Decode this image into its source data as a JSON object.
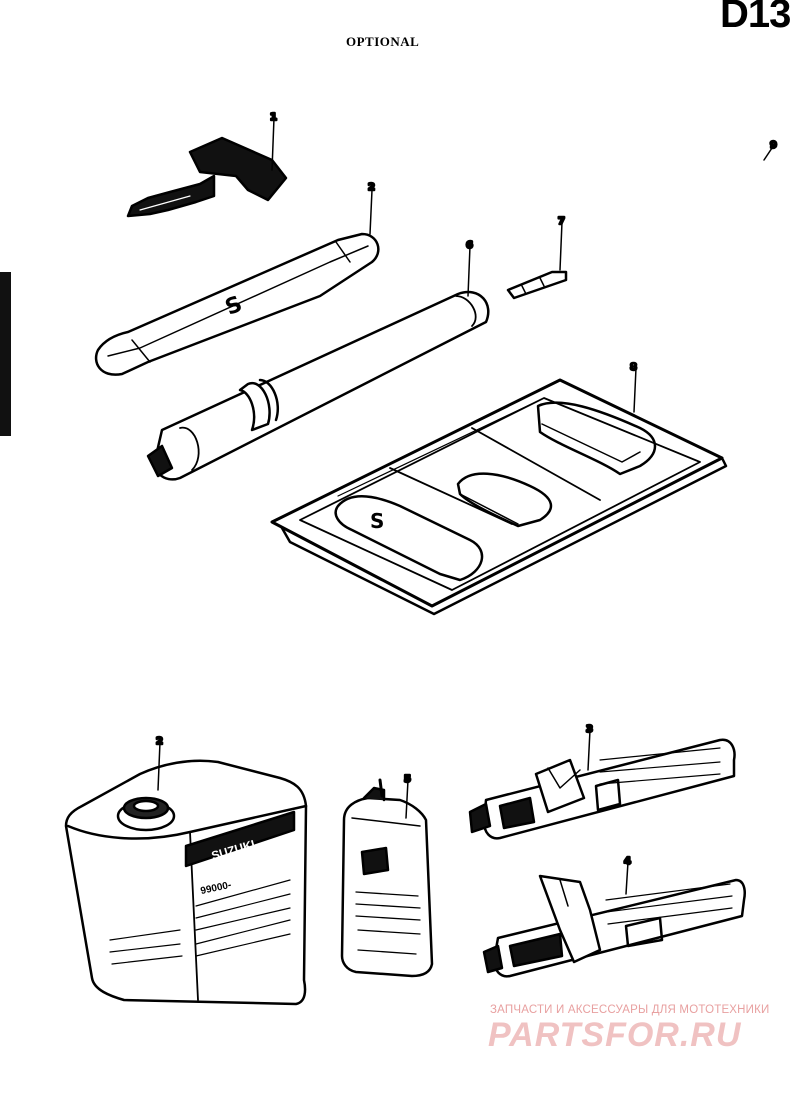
{
  "header": {
    "page_code": "D13",
    "title": "OPTIONAL"
  },
  "callouts": {
    "c1": "1",
    "c2": "2",
    "c3": "3",
    "c4": "4",
    "c5": "5",
    "c6": "6",
    "c7": "7",
    "c8": "8",
    "c9": "9"
  },
  "labels": {
    "can_brand": "SUZUKI",
    "can_number": "99000-"
  },
  "watermark": {
    "line1": "ЗАПЧАСТИ И АКСЕССУАРЫ ДЛЯ МОТОТЕХНИКИ",
    "line2": "PARTSFOR.RU"
  }
}
